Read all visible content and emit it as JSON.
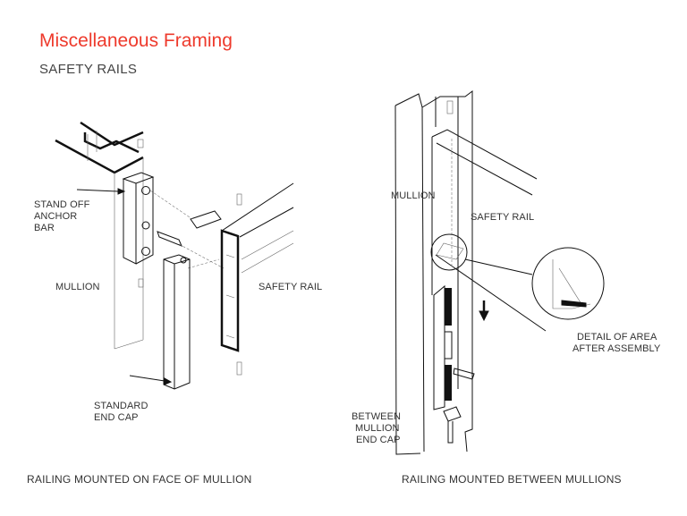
{
  "header": {
    "title": "Miscellaneous Framing",
    "subtitle": "SAFETY RAILS"
  },
  "left_diagram": {
    "labels": {
      "standoff": [
        "STAND OFF",
        "ANCHOR",
        "BAR"
      ],
      "mullion": "MULLION",
      "safety_rail": "SAFETY RAIL",
      "end_cap": [
        "STANDARD",
        "END CAP"
      ]
    },
    "caption": "RAILING MOUNTED ON  FACE OF MULLION"
  },
  "right_diagram": {
    "labels": {
      "mullion": "MULLION",
      "safety_rail": "SAFETY RAIL",
      "detail": [
        "DETAIL OF AREA",
        "AFTER ASSEMBLY"
      ],
      "end_cap": [
        "BETWEEN",
        "MULLION",
        "END CAP"
      ]
    },
    "caption": "RAILING MOUNTED BETWEEN MULLIONS"
  },
  "colors": {
    "title": "#ee3a2c",
    "text": "#333333"
  }
}
